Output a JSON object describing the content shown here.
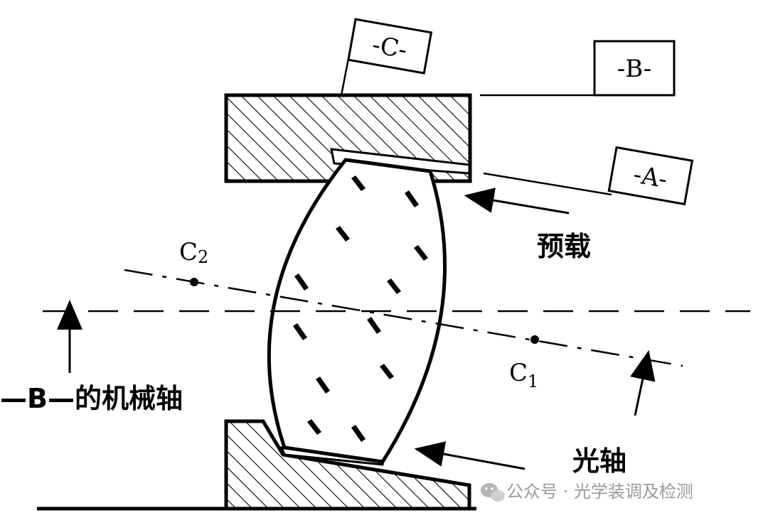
{
  "labels": {
    "box_c": "-C-",
    "box_b": "-B-",
    "box_a": "-A-",
    "preload": "预载",
    "point_c2_main": "C",
    "point_c2_sub": "2",
    "point_c1_main": "C",
    "point_c1_sub": "1",
    "b_mech_axis": "—B—的机械轴",
    "optical_axis": "光轴"
  },
  "watermark": {
    "text": "公众号 · 光学装调及检测",
    "icon": "wechat-icon"
  },
  "colors": {
    "ink": "#000000",
    "watermark": "#9a9a9a"
  }
}
